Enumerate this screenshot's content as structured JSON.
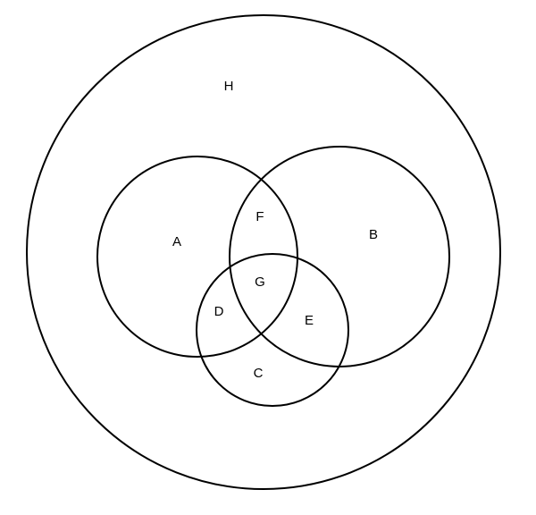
{
  "diagram": {
    "labels": {
      "universe": "H",
      "set_a": "A",
      "set_b": "B",
      "set_c": "C",
      "a_and_b_only": "F",
      "a_and_c_only": "D",
      "b_and_c_only": "E",
      "a_b_and_c": "G"
    },
    "colors": {
      "stroke": "#000000",
      "background": "#ffffff",
      "text": "#000000"
    }
  }
}
